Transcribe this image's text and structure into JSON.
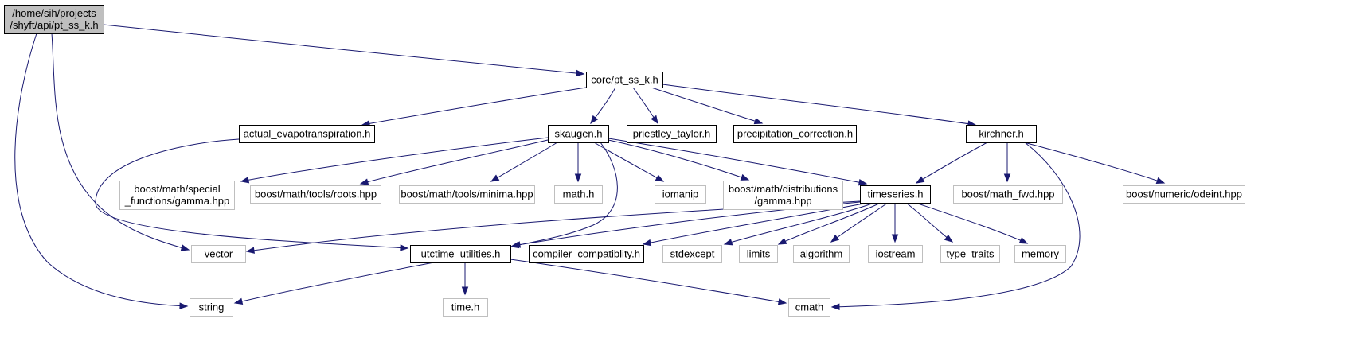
{
  "colors": {
    "edge": "#191970",
    "root_fill": "#bfbfbf",
    "node_fill": "#ffffff",
    "local_border": "#000000",
    "system_border": "#bfbfbf"
  },
  "nodes": {
    "root": {
      "lines": [
        "/home/sih/projects",
        "/shyft/api/pt_ss_k.h"
      ],
      "kind": "root"
    },
    "core_pt_ss_k": {
      "lines": [
        "core/pt_ss_k.h"
      ],
      "kind": "local"
    },
    "actual_evapotranspiration": {
      "lines": [
        "actual_evapotranspiration.h"
      ],
      "kind": "local"
    },
    "skaugen": {
      "lines": [
        "skaugen.h"
      ],
      "kind": "local"
    },
    "priestley_taylor": {
      "lines": [
        "priestley_taylor.h"
      ],
      "kind": "local"
    },
    "precipitation_correction": {
      "lines": [
        "precipitation_correction.h"
      ],
      "kind": "local"
    },
    "kirchner": {
      "lines": [
        "kirchner.h"
      ],
      "kind": "local"
    },
    "boost_special_gamma": {
      "lines": [
        "boost/math/special",
        "_functions/gamma.hpp"
      ],
      "kind": "system"
    },
    "boost_roots": {
      "lines": [
        "boost/math/tools/roots.hpp"
      ],
      "kind": "system"
    },
    "boost_minima": {
      "lines": [
        "boost/math/tools/minima.hpp"
      ],
      "kind": "system"
    },
    "math_h": {
      "lines": [
        "math.h"
      ],
      "kind": "system"
    },
    "iomanip": {
      "lines": [
        "iomanip"
      ],
      "kind": "system"
    },
    "boost_dist_gamma": {
      "lines": [
        "boost/math/distributions",
        "/gamma.hpp"
      ],
      "kind": "system"
    },
    "timeseries": {
      "lines": [
        "timeseries.h"
      ],
      "kind": "local"
    },
    "boost_math_fwd": {
      "lines": [
        "boost/math_fwd.hpp"
      ],
      "kind": "system"
    },
    "boost_odeint": {
      "lines": [
        "boost/numeric/odeint.hpp"
      ],
      "kind": "system"
    },
    "vector": {
      "lines": [
        "vector"
      ],
      "kind": "system"
    },
    "utctime_utilities": {
      "lines": [
        "utctime_utilities.h"
      ],
      "kind": "local"
    },
    "compiler_compatiblity": {
      "lines": [
        "compiler_compatiblity.h"
      ],
      "kind": "local"
    },
    "stdexcept": {
      "lines": [
        "stdexcept"
      ],
      "kind": "system"
    },
    "limits": {
      "lines": [
        "limits"
      ],
      "kind": "system"
    },
    "algorithm": {
      "lines": [
        "algorithm"
      ],
      "kind": "system"
    },
    "iostream": {
      "lines": [
        "iostream"
      ],
      "kind": "system"
    },
    "type_traits": {
      "lines": [
        "type_traits"
      ],
      "kind": "system"
    },
    "memory": {
      "lines": [
        "memory"
      ],
      "kind": "system"
    },
    "string": {
      "lines": [
        "string"
      ],
      "kind": "system"
    },
    "time_h": {
      "lines": [
        "time.h"
      ],
      "kind": "system"
    },
    "cmath": {
      "lines": [
        "cmath"
      ],
      "kind": "system"
    }
  },
  "edges": [
    [
      "root",
      "core_pt_ss_k"
    ],
    [
      "root",
      "vector"
    ],
    [
      "root",
      "string"
    ],
    [
      "core_pt_ss_k",
      "actual_evapotranspiration"
    ],
    [
      "core_pt_ss_k",
      "skaugen"
    ],
    [
      "core_pt_ss_k",
      "priestley_taylor"
    ],
    [
      "core_pt_ss_k",
      "precipitation_correction"
    ],
    [
      "core_pt_ss_k",
      "kirchner"
    ],
    [
      "actual_evapotranspiration",
      "utctime_utilities"
    ],
    [
      "skaugen",
      "boost_special_gamma"
    ],
    [
      "skaugen",
      "boost_roots"
    ],
    [
      "skaugen",
      "boost_minima"
    ],
    [
      "skaugen",
      "math_h"
    ],
    [
      "skaugen",
      "iomanip"
    ],
    [
      "skaugen",
      "boost_dist_gamma"
    ],
    [
      "skaugen",
      "timeseries"
    ],
    [
      "skaugen",
      "utctime_utilities"
    ],
    [
      "kirchner",
      "timeseries"
    ],
    [
      "kirchner",
      "boost_math_fwd"
    ],
    [
      "kirchner",
      "boost_odeint"
    ],
    [
      "kirchner",
      "cmath"
    ],
    [
      "timeseries",
      "vector"
    ],
    [
      "timeseries",
      "utctime_utilities"
    ],
    [
      "timeseries",
      "compiler_compatiblity"
    ],
    [
      "timeseries",
      "stdexcept"
    ],
    [
      "timeseries",
      "limits"
    ],
    [
      "timeseries",
      "algorithm"
    ],
    [
      "timeseries",
      "iostream"
    ],
    [
      "timeseries",
      "type_traits"
    ],
    [
      "timeseries",
      "memory"
    ],
    [
      "utctime_utilities",
      "string"
    ],
    [
      "utctime_utilities",
      "time_h"
    ],
    [
      "utctime_utilities",
      "cmath"
    ]
  ]
}
